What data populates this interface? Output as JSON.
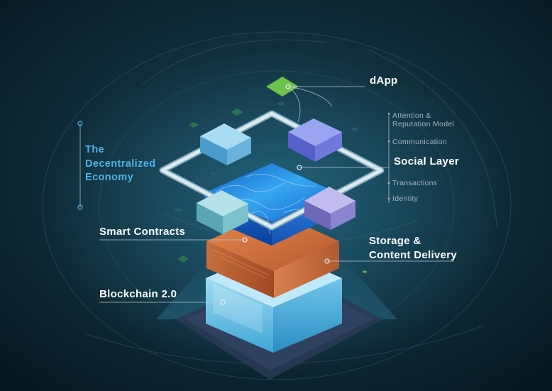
{
  "economy": {
    "lines": [
      "The",
      "Decentralized",
      "Economy"
    ]
  },
  "labels": {
    "dapp": "dApp",
    "social_layer": "Social Layer",
    "smart_contracts": "Smart Contracts",
    "storage": [
      "Storage &",
      "Content Delivery"
    ],
    "blockchain": "Blockchain 2.0"
  },
  "social_sublabels": {
    "attention": [
      "Attention &",
      "Reputation Model"
    ],
    "communication": "Communication",
    "transactions": "Transactions",
    "identity": "Identity"
  },
  "colors": {
    "background": "#0a1a22",
    "accent_text": "#4db2e6",
    "dapp_node": "#6cc24a",
    "cube_light_blue": "#7cc4e4",
    "cube_indigo": "#7f86e4",
    "cube_teal": "#8ccfd8",
    "cube_lavender": "#9a92d8",
    "water_layer": "#1a6fd6",
    "storage_layer": "#c8663a",
    "blockchain_layer": "#8ed4ef",
    "frame": "#c9dde4"
  }
}
